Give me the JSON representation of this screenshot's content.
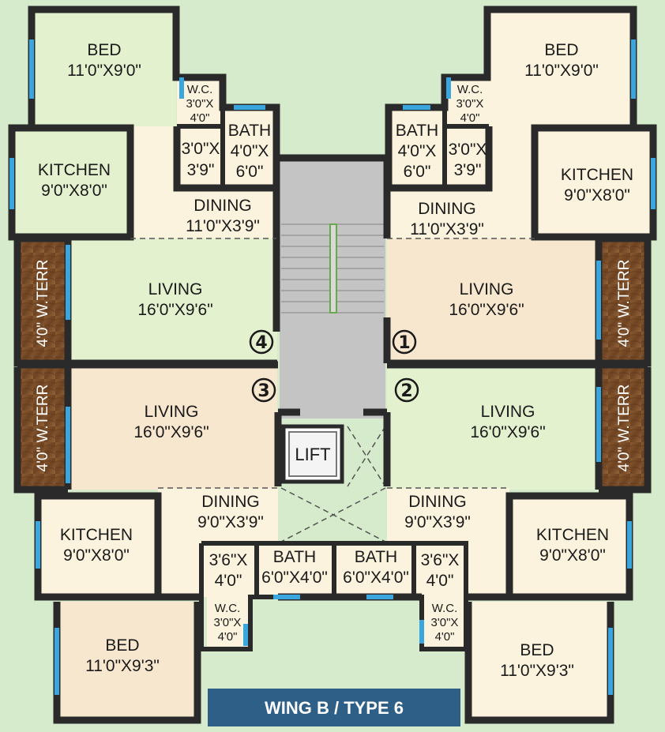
{
  "plan": {
    "banner": "WING B / TYPE 6",
    "lift": "LIFT",
    "flats": {
      "f1": "1",
      "f2": "2",
      "f3": "3",
      "f4": "4"
    },
    "tl": {
      "bed": [
        "BED",
        "11'0\"X9'0\""
      ],
      "wc": [
        "W.C.",
        "3'0\"X",
        "4'0\""
      ],
      "pass": [
        "3'0\"X",
        "3'9\""
      ],
      "bath": [
        "BATH",
        "4'0\"X",
        "6'0\""
      ],
      "kitchen": [
        "KITCHEN",
        "9'0\"X8'0\""
      ],
      "dining": [
        "DINING",
        "11'0\"X3'9\""
      ],
      "living": [
        "LIVING",
        "16'0\"X9'6\""
      ],
      "terr": "4'0\" W.TERR"
    },
    "tr": {
      "bed": [
        "BED",
        "11'0\"X9'0\""
      ],
      "wc": [
        "W.C.",
        "3'0\"X",
        "4'0\""
      ],
      "pass": [
        "3'0\"X",
        "3'9\""
      ],
      "bath": [
        "BATH",
        "4'0\"X",
        "6'0\""
      ],
      "kitchen": [
        "KITCHEN",
        "9'0\"X8'0\""
      ],
      "dining": [
        "DINING",
        "11'0\"X3'9\""
      ],
      "living": [
        "LIVING",
        "16'0\"X9'6\""
      ],
      "terr": "4'0\" W.TERR"
    },
    "bl": {
      "living": [
        "LIVING",
        "16'0\"X9'6\""
      ],
      "terr": "4'0\" W.TERR",
      "dining": [
        "DINING",
        "9'0\"X3'9\""
      ],
      "kitchen": [
        "KITCHEN",
        "9'0\"X8'0\""
      ],
      "pass": [
        "3'6\"X",
        "4'0\""
      ],
      "bath": [
        "BATH",
        "6'0\"X4'0\""
      ],
      "wc": [
        "W.C.",
        "3'0\"X",
        "4'0\""
      ],
      "bed": [
        "BED",
        "11'0\"X9'3\""
      ]
    },
    "br": {
      "living": [
        "LIVING",
        "16'0\"X9'6\""
      ],
      "terr": "4'0\" W.TERR",
      "dining": [
        "DINING",
        "9'0\"X3'9\""
      ],
      "kitchen": [
        "KITCHEN",
        "9'0\"X8'0\""
      ],
      "pass": [
        "3'6\"X",
        "4'0\""
      ],
      "bath": [
        "BATH",
        "6'0\"X4'0\""
      ],
      "wc": [
        "W.C.",
        "3'0\"X",
        "4'0\""
      ],
      "bed": [
        "BED",
        "11'0\"X9'3\""
      ]
    },
    "colors": {
      "background": "#d6ebcb",
      "room_green": "#e4f1cf",
      "room_cream": "#fbf3dd",
      "room_peach": "#f8e7cf",
      "stair": "#c4c4c4",
      "terrace": "#7a4f2a",
      "window": "#39a6e0",
      "banner": "#2e5f86"
    }
  }
}
